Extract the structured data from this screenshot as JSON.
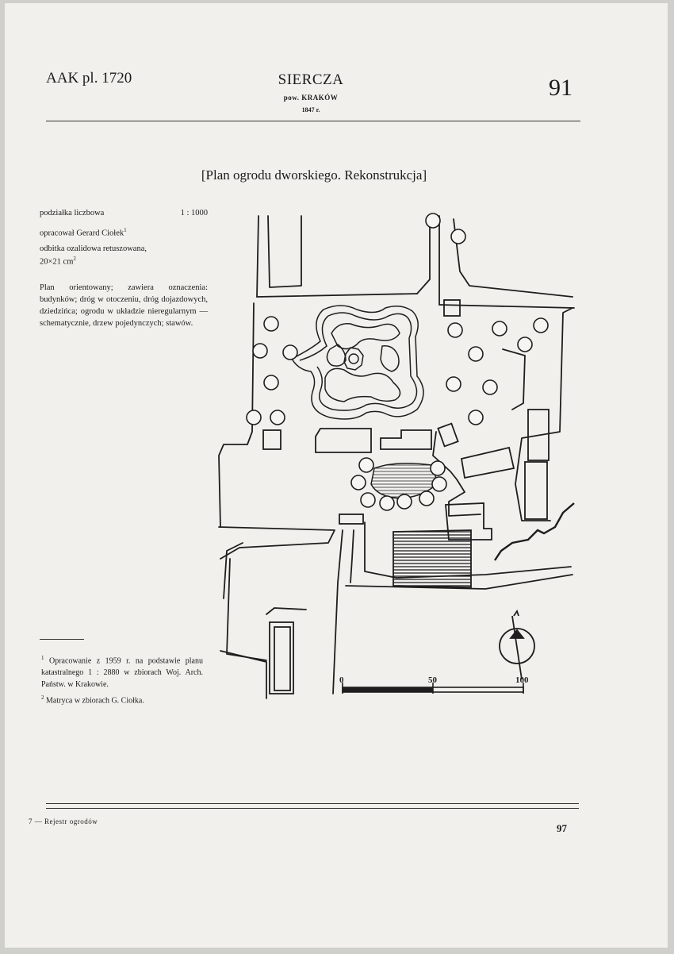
{
  "header": {
    "archive_ref": "AAK pl. 1720",
    "place": "SIERCZA",
    "district": "pow. KRAKÓW",
    "year": "1847 r.",
    "plate_number": "91"
  },
  "plan_title": "[Plan ogrodu dworskiego. Rekonstrukcja]",
  "metadata": {
    "scale_label": "podziałka liczbowa",
    "scale_value": "1 : 1000",
    "author": "opracował Gerard Ciołek",
    "author_note_mark": "1",
    "copy_type": "odbitka ozalidowa retuszowana,",
    "dimensions": "20×21 cm",
    "dimensions_note_mark": "2"
  },
  "description": "Plan orientowany; zawiera oznaczenia: budynków; dróg w otoczeniu, dróg dojazdowych, dziedzińca; ogrodu w układzie nieregularnym — schematycznie, drzew pojedynczych; stawów.",
  "footnotes": [
    {
      "mark": "1",
      "text": "Opracowanie z 1959 r. na podstawie planu katastralnego 1 : 2880 w zbiorach Woj. Arch. Państw. w Krakowie."
    },
    {
      "mark": "2",
      "text": "Matryca w zbiorach G. Ciołka."
    }
  ],
  "scale_bar": {
    "ticks": [
      "0",
      "50",
      "100"
    ]
  },
  "footer": {
    "signature": "7 — Rejestr ogrodów",
    "page_number": "97"
  }
}
